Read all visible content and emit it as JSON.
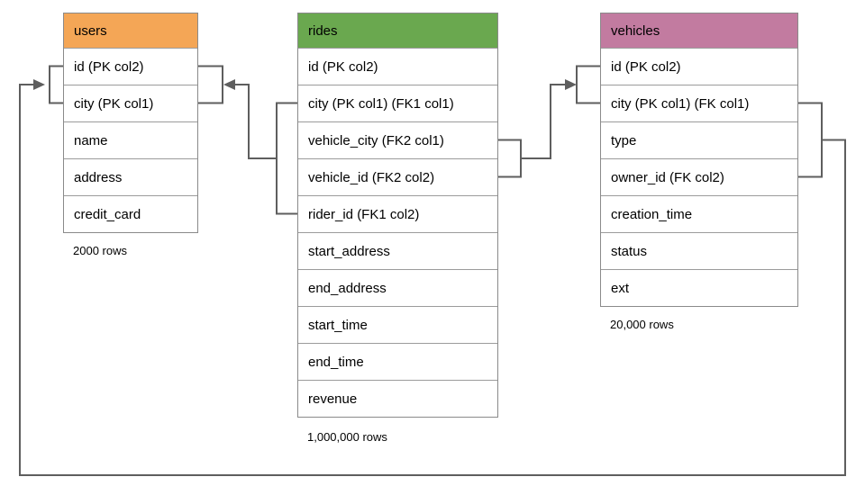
{
  "diagram": {
    "line_color": "#5e5e5e",
    "tables": [
      {
        "title": "users",
        "header_color": "#f4a656",
        "row_count_label": "2000 rows",
        "columns": [
          "id (PK col2)",
          "city (PK col1)",
          "name",
          "address",
          "credit_card"
        ]
      },
      {
        "title": "rides",
        "header_color": "#6aa84f",
        "row_count_label": "1,000,000 rows",
        "columns": [
          "id (PK col2)",
          "city (PK col1) (FK1 col1)",
          "vehicle_city (FK2 col1)",
          "vehicle_id (FK2 col2)",
          "rider_id (FK1 col2)",
          "start_address",
          "end_address",
          "start_time",
          "end_time",
          "revenue"
        ]
      },
      {
        "title": "vehicles",
        "header_color": "#c27ba0",
        "row_count_label": "20,000 rows",
        "columns": [
          "id (PK col2)",
          "city (PK col1) (FK col1)",
          "type",
          "owner_id (FK col2)",
          "creation_time",
          "status",
          "ext"
        ]
      }
    ],
    "relationships": [
      {
        "name": "rides FK1 -> users (city, rider_id -> city, id)"
      },
      {
        "name": "rides FK2 -> vehicles (vehicle_city, vehicle_id -> city, id)"
      },
      {
        "name": "vehicles FK -> users (city, owner_id -> city, id)"
      }
    ]
  }
}
